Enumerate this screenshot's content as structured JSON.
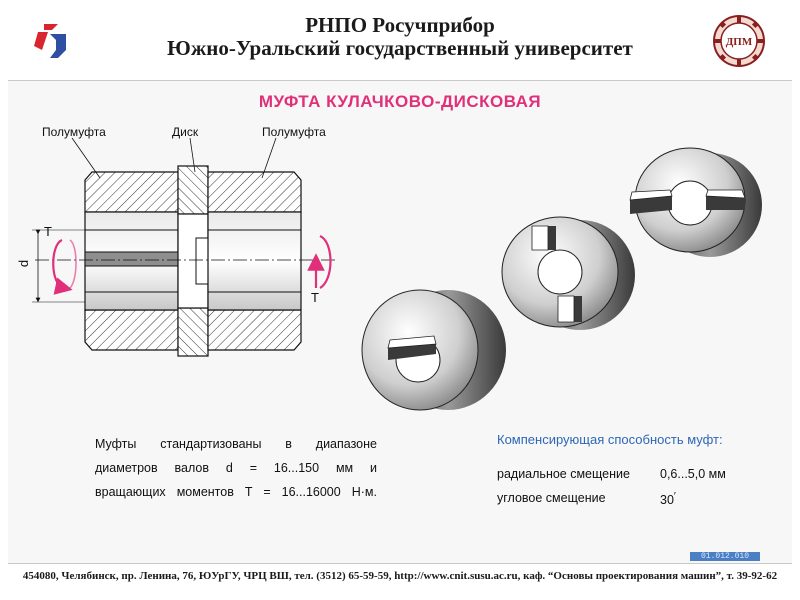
{
  "header": {
    "line1": "РНПО Росучприбор",
    "line2": "Южно-Уральский государственный университет",
    "right_logo_text": "ДПМ"
  },
  "slide": {
    "title": "МУФТА КУЛАЧКОВО-ДИСКОВАЯ"
  },
  "drawing_labels": {
    "half_coupling_left": "Полумуфта",
    "disk": "Диск",
    "half_coupling_right": "Полумуфта",
    "torque_left": "T",
    "torque_right": "T",
    "diameter": "d"
  },
  "standard_text": {
    "line1": "Муфты стандартизованы в диапазоне",
    "line2": "диаметров валов d = 16...150 мм и",
    "line3": "вращающих моментов T = 16...16000 Н·м."
  },
  "compensation": {
    "title": "Компенсирующая способность муфт:",
    "radial_label": "радиальное смещение",
    "radial_value": "0,6...5,0 мм",
    "angular_label": "угловое смещение",
    "angular_value": "30",
    "angular_unit": "′"
  },
  "slide_code": "01.012.010",
  "footer": {
    "text": "454080, Челябинск, пр. Ленина, 76, ЮУрГУ, ЧРЦ ВШ, тел. (3512) 65-59-59, http://www.cnit.susu.ac.ru, каф. “Основы проектирования машин”, т. 39-92-62"
  }
}
